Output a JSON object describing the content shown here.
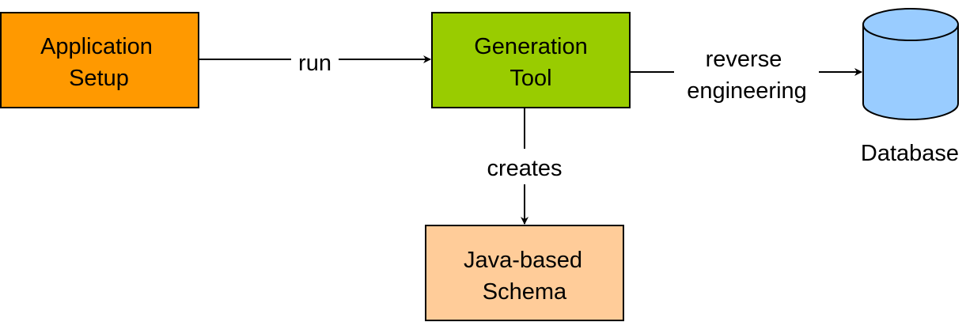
{
  "nodes": {
    "app_setup": {
      "line1": "Application",
      "line2": "Setup",
      "fill": "#ff9900"
    },
    "gen_tool": {
      "line1": "Generation",
      "line2": "Tool",
      "fill": "#99cc00"
    },
    "schema": {
      "line1": "Java-based",
      "line2": "Schema",
      "fill": "#ffcc99"
    },
    "database": {
      "label": "Database",
      "fill": "#99ccff",
      "shape": "cylinder"
    }
  },
  "edges": {
    "run": {
      "label": "run"
    },
    "reverse": {
      "line1": "reverse",
      "line2": "engineering"
    },
    "creates": {
      "label": "creates"
    }
  }
}
